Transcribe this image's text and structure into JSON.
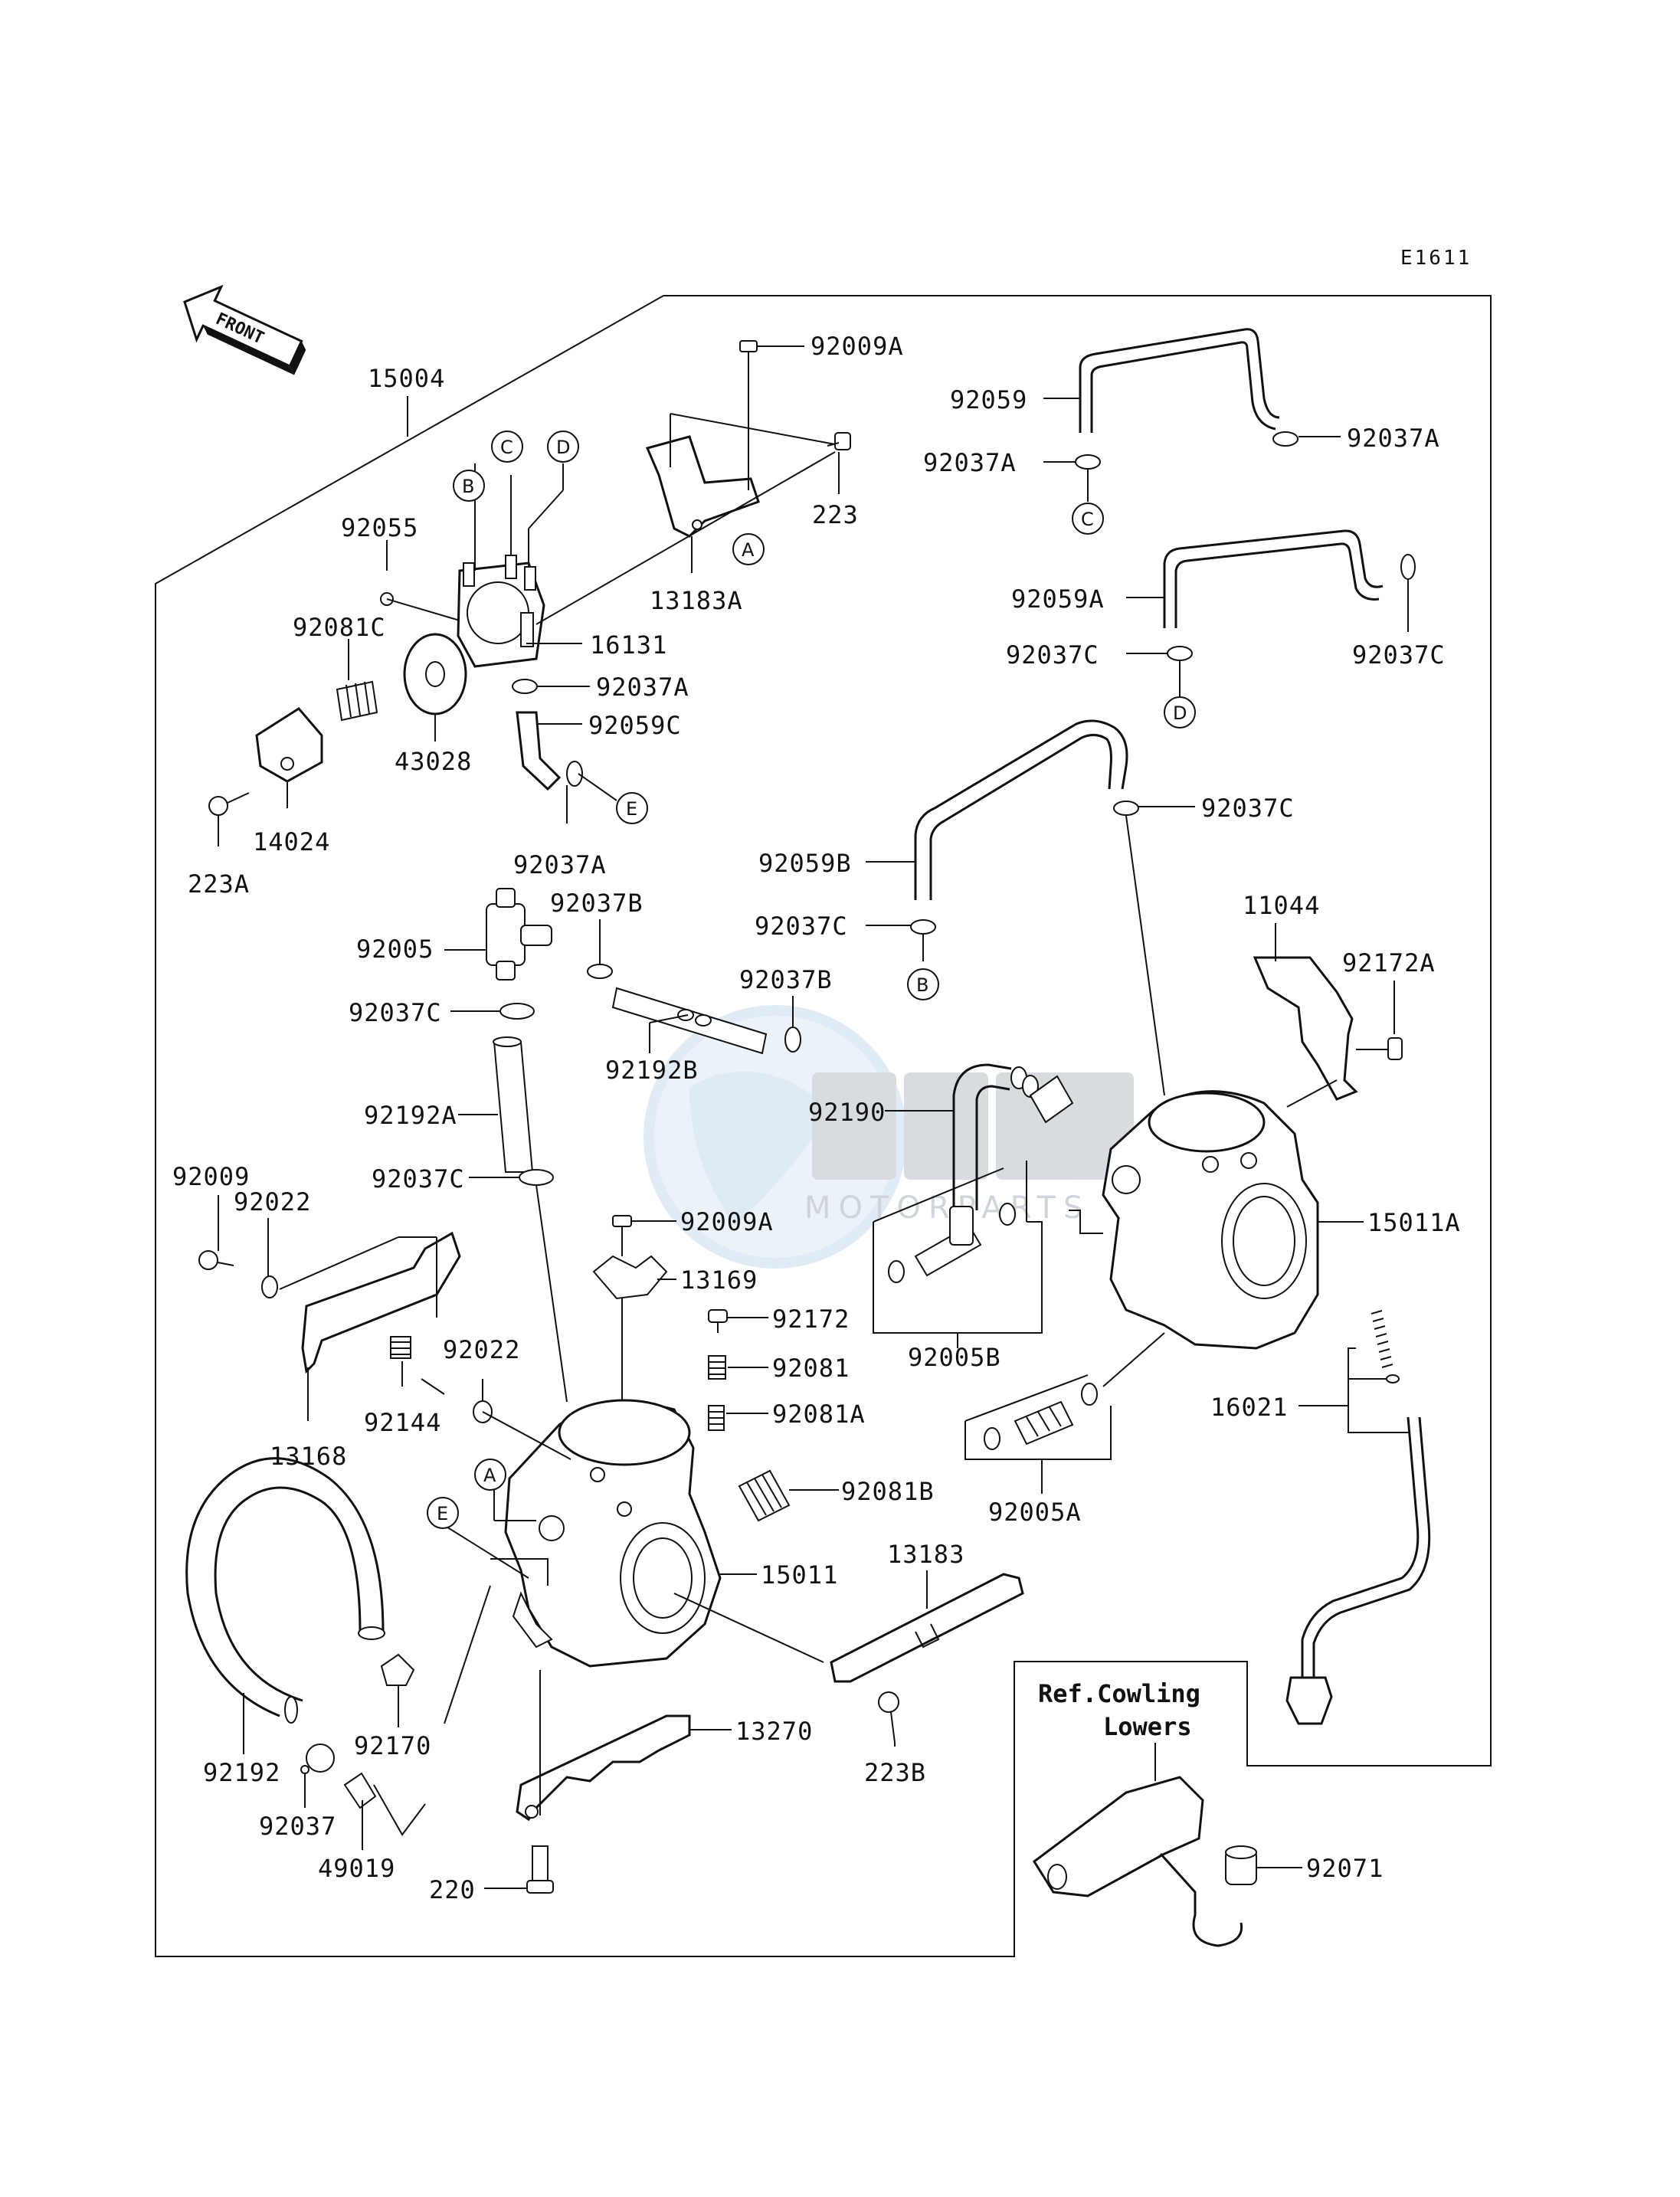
{
  "diagram_code": "E1611",
  "front_label": "FRONT",
  "reference_note": [
    "Ref.Cowling",
    "Lowers"
  ],
  "watermark": {
    "logo": "OSM",
    "text": "MOTORPARTS"
  },
  "callout_letters": [
    "A",
    "B",
    "C",
    "D",
    "E"
  ],
  "part_labels": {
    "p15004": "15004",
    "p92009A_top": "92009A",
    "p223": "223",
    "p13183A": "13183A",
    "p92055": "92055",
    "p92081C": "92081C",
    "p16131": "16131",
    "p92037A_1": "92037A",
    "p92059C": "92059C",
    "p43028": "43028",
    "p14024": "14024",
    "p223A": "223A",
    "p92037A_2": "92037A",
    "p92059": "92059",
    "p92037A_3": "92037A",
    "p92037A_4": "92037A",
    "p92059A": "92059A",
    "p92037C_1": "92037C",
    "p92037C_2": "92037C",
    "p92037C_3": "92037C",
    "p92059B": "92059B",
    "p92037C_4": "92037C",
    "p11044": "11044",
    "p92172A": "92172A",
    "p92005": "92005",
    "p92037B_1": "92037B",
    "p92037B_2": "92037B",
    "p92037C_5": "92037C",
    "p92192B": "92192B",
    "p92192A": "92192A",
    "p92190": "92190",
    "p92037C_6": "92037C",
    "p15011A": "15011A",
    "p92009": "92009",
    "p92022_1": "92022",
    "p92009A_mid": "92009A",
    "p13169": "13169",
    "p92172": "92172",
    "p92005B": "92005B",
    "p92081": "92081",
    "p92022_2": "92022",
    "p92081A": "92081A",
    "p16021": "16021",
    "p92144": "92144",
    "p13168": "13168",
    "p92005A": "92005A",
    "p92081B": "92081B",
    "p15011": "15011",
    "p13183": "13183",
    "p13270": "13270",
    "p92170": "92170",
    "p92192": "92192",
    "p223B": "223B",
    "p92037": "92037",
    "p49019": "49019",
    "p92071": "92071",
    "p220": "220"
  }
}
